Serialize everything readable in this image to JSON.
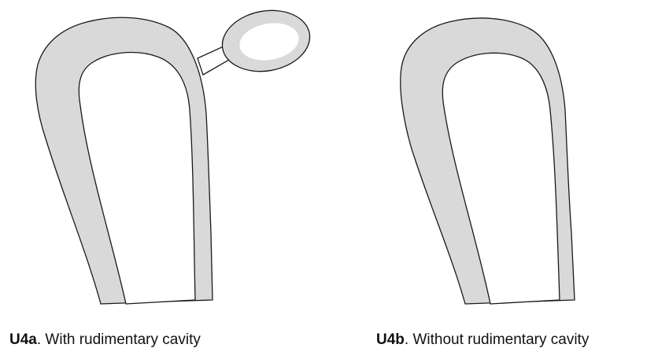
{
  "colors": {
    "wall_fill": "#d9d9d9",
    "outline": "#1a1a1a",
    "cavity_fill": "#ffffff"
  },
  "figures": [
    {
      "code": "U4a",
      "caption": ". With rudimentary cavity",
      "has_rudimentary_cavity": true
    },
    {
      "code": "U4b",
      "caption": ". Without rudimentary cavity",
      "has_rudimentary_cavity": false
    }
  ]
}
